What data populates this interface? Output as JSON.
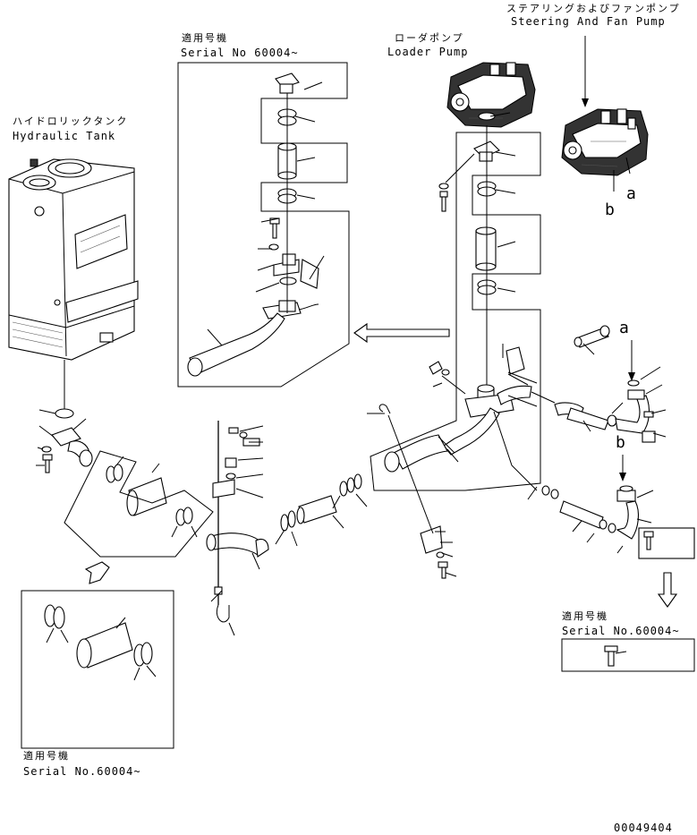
{
  "labels": {
    "steering_pump_jp": "ステアリングおよびファンポンプ",
    "steering_pump_en": "Steering And Fan Pump",
    "loader_pump_jp": "ローダポンプ",
    "loader_pump_en": "Loader Pump",
    "hydraulic_tank_jp": "ハイドロリックタンク",
    "hydraulic_tank_en": "Hydraulic Tank",
    "serial_top_jp": "適用号機",
    "serial_top_en": "Serial No 60004~",
    "serial_left_jp": "適用号機",
    "serial_left_en": "Serial No.60004~",
    "serial_right_jp": "適用号機",
    "serial_right_en": "Serial No.60004~",
    "marker_a": "a",
    "marker_b": "b",
    "marker_a2": "a",
    "marker_b2": "b",
    "doc_number": "00049404"
  }
}
